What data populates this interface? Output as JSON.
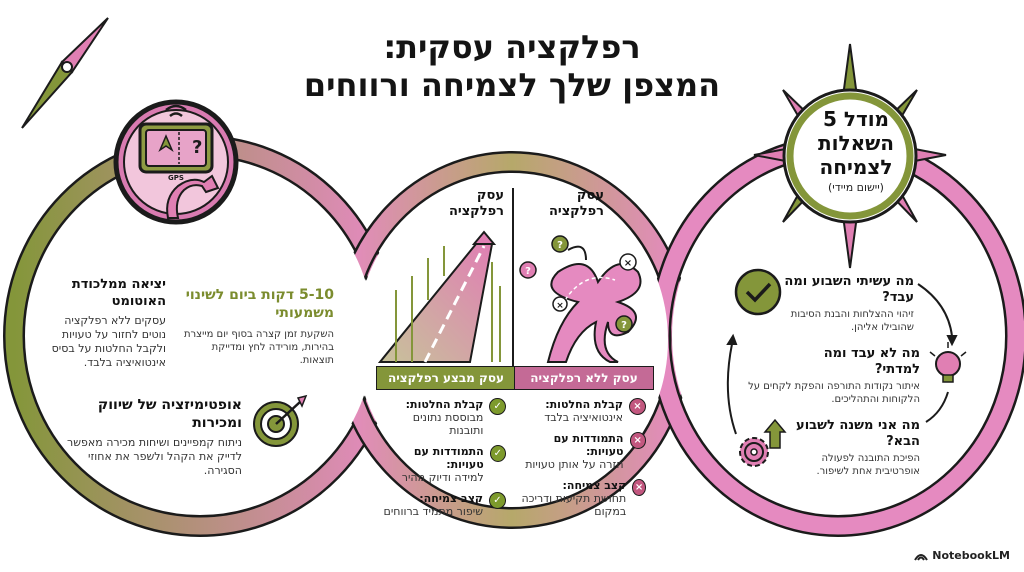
{
  "title": {
    "line1": "רפלקציה עסקית:",
    "line2": "המצפן שלך לצמיחה ורווחים"
  },
  "left_panel": {
    "gps_label": "GPS",
    "automation": {
      "heading": "יציאה ממלכודת האוטומט",
      "text": "עסקים ללא רפלקציה נוטים לחזור על טעויות ולקבל החלטות על בסיס אינטואיציה בלבד."
    },
    "minutes": {
      "heading": "5-10 דקות ביום לשינוי משמעותי",
      "text": "השקעת זמן קצרה בסוף יום מייצרת בהירות, מורידה לחץ ומדייקת תוצאות."
    },
    "optimization": {
      "heading": "אופטימיזציה של שיווק ומכירות",
      "text": "ניתוח קמפיינים ושיחות מכירה מאפשר לדייק את הקהל ולשפר את אחוזי הסגירה."
    }
  },
  "center_panel": {
    "left_column": {
      "title": "עסק רפלקציה",
      "banner": "עסק מבצע רפלקציה",
      "items": [
        {
          "key": "קבלת החלטות:",
          "value": "מבוססת נתונים ותובנות",
          "icon": "check-icon"
        },
        {
          "key": "התמודדות עם טעויות:",
          "value": "למידה ודיוק מהיר",
          "icon": "check-icon"
        },
        {
          "key": "קצב צמיחה:",
          "value": "שיפור מתמיד ברווחים",
          "icon": "check-icon"
        }
      ]
    },
    "right_column": {
      "title": "עסק רפלקציה",
      "banner": "עסק ללא רפלקציה",
      "items": [
        {
          "key": "קבלת החלטות:",
          "value": "אינטואיציה בלבד",
          "icon": "x-icon"
        },
        {
          "key": "התמודדות עם טעויות:",
          "value": "חזרה על אותן טעויות",
          "icon": "x-icon"
        },
        {
          "key": "קצב צמיחה:",
          "value": "תחושת תקיעות ודריכה במקום",
          "icon": "x-icon"
        }
      ]
    }
  },
  "right_panel": {
    "model": {
      "line1": "מודל 5",
      "line2": "השאלות",
      "line3": "לצמיחה",
      "sub": "(יישום מיידי)"
    },
    "questions": [
      {
        "q": "מה עשיתי השבוע ומה עבד?",
        "a": "זיהוי ההצלחות והבנת הסיבות שהובילו אליהן."
      },
      {
        "q": "מה לא עבד ומה למדתי?",
        "a": "איתור נקודות התורפה והפקת לקחים על הלקוחות והתהליכים."
      },
      {
        "q": "מה אני משנה לשבוע הבא?",
        "a": "הפיכת התובנה לפעולה אופרטיבית אחת לשיפור."
      }
    ]
  },
  "branding": {
    "label": "NotebookLM"
  },
  "colors": {
    "green": "#7b8c2e",
    "pink": "#e07fb3",
    "dark": "#141414",
    "check_green": "#7d9a2c",
    "x_pink": "#c2577f"
  }
}
